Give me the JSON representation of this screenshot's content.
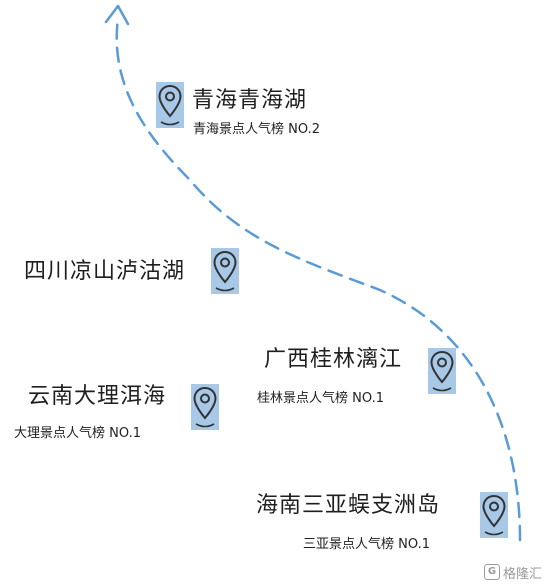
{
  "route": {
    "color": "#5b9bd5",
    "icon": "arrow-up-icon"
  },
  "pins": {
    "color": "#a8c8e8",
    "icon": "location-pin-icon"
  },
  "locations": [
    {
      "name": "青海青海湖",
      "subtitle": "青海景点人气榜 NO.2"
    },
    {
      "name": "四川凉山泸沽湖",
      "subtitle": ""
    },
    {
      "name": "广西桂林漓江",
      "subtitle": "桂林景点人气榜 NO.1"
    },
    {
      "name": "云南大理洱海",
      "subtitle": "大理景点人气榜 NO.1"
    },
    {
      "name": "海南三亚蜈支洲岛",
      "subtitle": "三亚景点人气榜 NO.1"
    }
  ],
  "watermark": {
    "logo_text": "G",
    "text": "格隆汇"
  }
}
